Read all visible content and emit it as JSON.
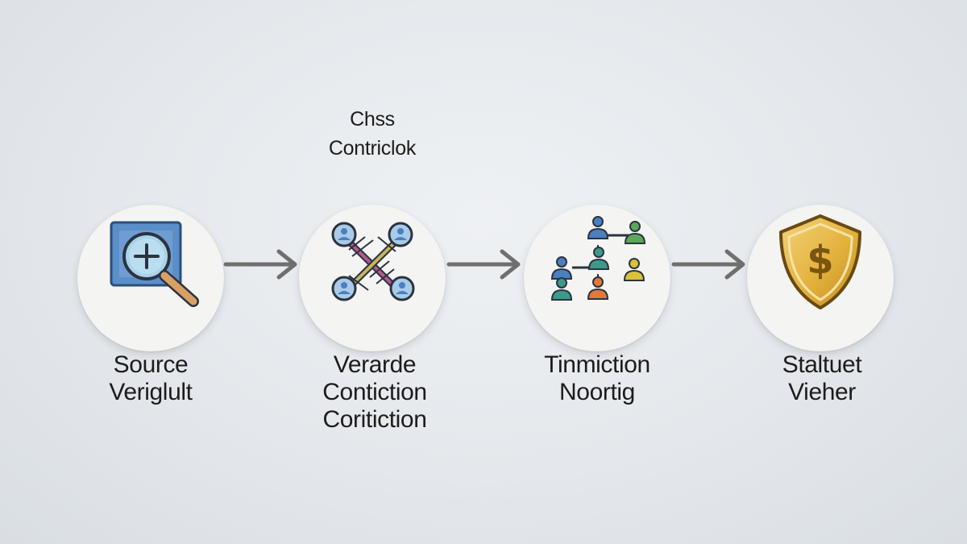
{
  "heading": {
    "line1": "Chss",
    "line2": "Contriclok"
  },
  "steps": [
    {
      "icon": "magnifier-plus-icon",
      "lines": [
        "Source",
        "Veriglult"
      ]
    },
    {
      "icon": "crossed-network-icon",
      "lines": [
        "Verarde",
        "Contiction",
        "Coritiction"
      ]
    },
    {
      "icon": "people-network-icon",
      "lines": [
        "Tinmiction",
        "Noortig"
      ]
    },
    {
      "icon": "shield-dollar-icon",
      "lines": [
        "Staltuet",
        "Vieher"
      ]
    }
  ],
  "colors": {
    "arrow": "#6f6f6f",
    "node_fill": "#f4f4f2",
    "magnifier_square": "#5b8fc9",
    "magnifier_handle": "#d9a066",
    "connector": "#c9b45a",
    "connector_alt": "#b45a8c",
    "person_blue": "#4a7fc0",
    "person_green": "#5aa85a",
    "person_teal": "#3c9a8a",
    "person_orange": "#e07a3a",
    "person_yellow": "#d9c23a",
    "shield_gold": "#e3b23c"
  }
}
